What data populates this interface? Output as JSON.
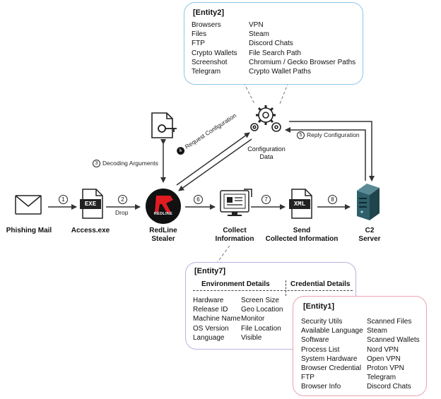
{
  "entity2": {
    "title": "[Entity2]",
    "col1": [
      "Browsers",
      "Files",
      "FTP",
      "Crypto Wallets",
      "Screenshot",
      "Telegram"
    ],
    "col2": [
      "VPN",
      "Steam",
      "Discord Chats",
      "File Search Path",
      "Chromium / Gecko Browser Paths",
      "Crypto Wallet Paths"
    ]
  },
  "entity7": {
    "title": "[Entity7]",
    "header_env": "Environment Details",
    "header_cred": "Credential Details",
    "col1": [
      "Hardware",
      "Release ID",
      "Machine Name",
      "OS Version",
      "Language"
    ],
    "col2": [
      "Screen Size",
      "Geo Location",
      "Monitor",
      "File Location",
      "Visible"
    ]
  },
  "entity1": {
    "title": "[Entity1]",
    "col1": [
      "Security Utils",
      "Available Language",
      "Software",
      "Process List",
      "System Hardware",
      "Browser Credential",
      "FTP",
      "Browser Info"
    ],
    "col2": [
      "Scanned Files",
      "Steam",
      "Scanned Wallets",
      "Nord VPN",
      "Open VPN",
      "Proton VPN",
      "Telegram",
      "Discord Chats"
    ]
  },
  "nodes": {
    "phishing": "Phishing Mail",
    "access": "Access.exe",
    "redline_1": "RedLine",
    "redline_2": "Stealer",
    "collect_1": "Collect",
    "collect_2": "Information",
    "send_1": "Send",
    "send_2": "Collected Information",
    "c2_1": "C2",
    "c2_2": "Server",
    "config_1": "Configuration",
    "config_2": "Data",
    "exe_text": "EXE",
    "xml_text": "XML",
    "redline_logo_text": "REDLINE"
  },
  "steps": {
    "s1": "1",
    "s2": "2",
    "s3": "3",
    "s4": "4",
    "s5": "5",
    "s6": "6",
    "s7": "7",
    "s8": "8"
  },
  "edges": {
    "drop": "Drop",
    "decoding": "Decoding Arguments",
    "request": "Request Configuration",
    "reply": "Reply Configuration"
  },
  "colors": {
    "entity2_border": "#8ec5e6",
    "entity7_border": "#b9b2e3",
    "entity1_border": "#e9a3b0",
    "redline_red": "#e11b22",
    "server_teal": "#2f5f6a"
  }
}
